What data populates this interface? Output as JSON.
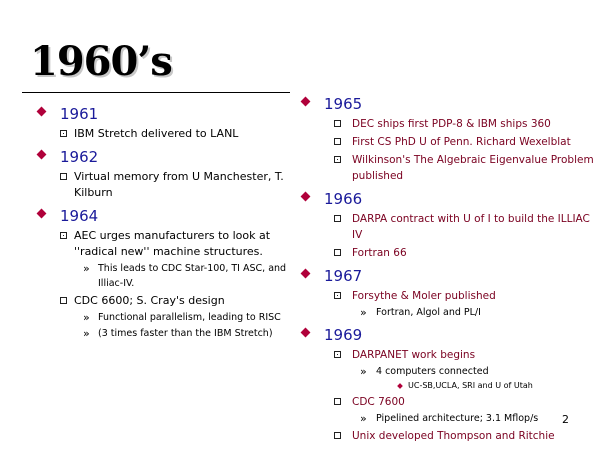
{
  "slide": {
    "title": "1960’s",
    "page_number": "2"
  },
  "left": [
    {
      "year": "1961",
      "items": [
        {
          "mark": "x",
          "text": "IBM Stretch delivered to LANL",
          "subs": []
        }
      ]
    },
    {
      "year": "1962",
      "items": [
        {
          "mark": "box",
          "text": "Virtual memory from U Manchester, T. Kilburn",
          "subs": []
        }
      ]
    },
    {
      "year": "1964",
      "items": [
        {
          "mark": "x",
          "text": "AEC urges manufacturers to look at ''radical new'' machine structures.",
          "subs": [
            {
              "text": "This leads to CDC Star-100, TI ASC, and Illiac-IV.",
              "subsubs": []
            }
          ]
        },
        {
          "mark": "box",
          "text": "CDC 6600; S. Cray's design",
          "subs": [
            {
              "text": "Functional parallelism, leading to RISC",
              "subsubs": []
            },
            {
              "text": "(3 times faster than the IBM Stretch)",
              "subsubs": []
            }
          ]
        }
      ]
    }
  ],
  "right": [
    {
      "year": "1965",
      "items": [
        {
          "mark": "box",
          "text": "DEC ships first PDP-8 & IBM ships 360",
          "subs": []
        },
        {
          "mark": "box",
          "text": "First CS PhD U of Penn. Richard Wexelblat",
          "subs": []
        },
        {
          "mark": "x",
          "text": "Wilkinson's The Algebraic Eigenvalue Problem published",
          "subs": []
        }
      ]
    },
    {
      "year": "1966",
      "items": [
        {
          "mark": "box",
          "text": "DARPA contract with U of I to build the ILLIAC IV",
          "subs": []
        },
        {
          "mark": "box",
          "text": "Fortran 66",
          "subs": []
        }
      ]
    },
    {
      "year": "1967",
      "items": [
        {
          "mark": "x",
          "text": "Forsythe & Moler published",
          "subs": [
            {
              "text": "Fortran, Algol and PL/I",
              "subsubs": []
            }
          ]
        }
      ]
    },
    {
      "year": "1969",
      "items": [
        {
          "mark": "x",
          "text": "DARPANET work begins",
          "subs": [
            {
              "text": "4 computers connected",
              "subsubs": [
                "UC-SB,UCLA, SRI and U of Utah"
              ]
            }
          ]
        },
        {
          "mark": "box",
          "text": "CDC 7600",
          "subs": [
            {
              "text": "Pipelined architecture; 3.1 Mflop/s",
              "subsubs": []
            }
          ]
        },
        {
          "mark": "box",
          "text": "Unix developed Thompson and Ritchie",
          "subs": []
        }
      ]
    }
  ]
}
